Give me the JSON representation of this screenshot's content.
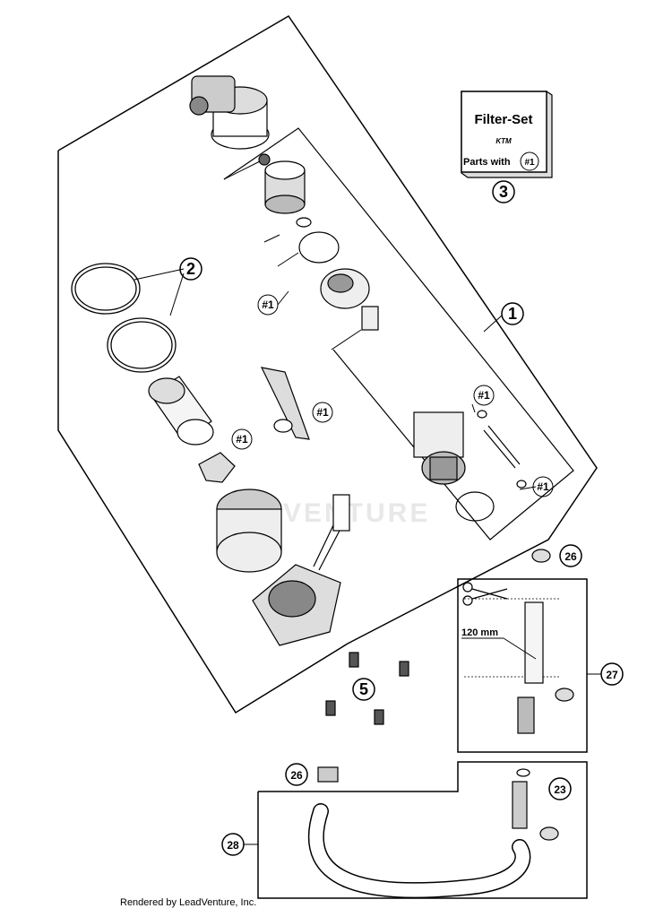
{
  "callouts": {
    "c1": "1",
    "c2": "2",
    "c3": "3",
    "c5": "5",
    "c23": "23",
    "c26a": "26",
    "c26b": "26",
    "c27": "27",
    "c28": "28"
  },
  "filter_ref_label": "#1",
  "filter_set_box": {
    "title": "Filter-Set",
    "brand": "KTM",
    "parts_text": "Parts with",
    "parts_ref": "#1"
  },
  "cut_detail": {
    "length_label": "120 mm"
  },
  "watermark": "VENTURE",
  "footer": "Rendered by LeadVenture, Inc."
}
